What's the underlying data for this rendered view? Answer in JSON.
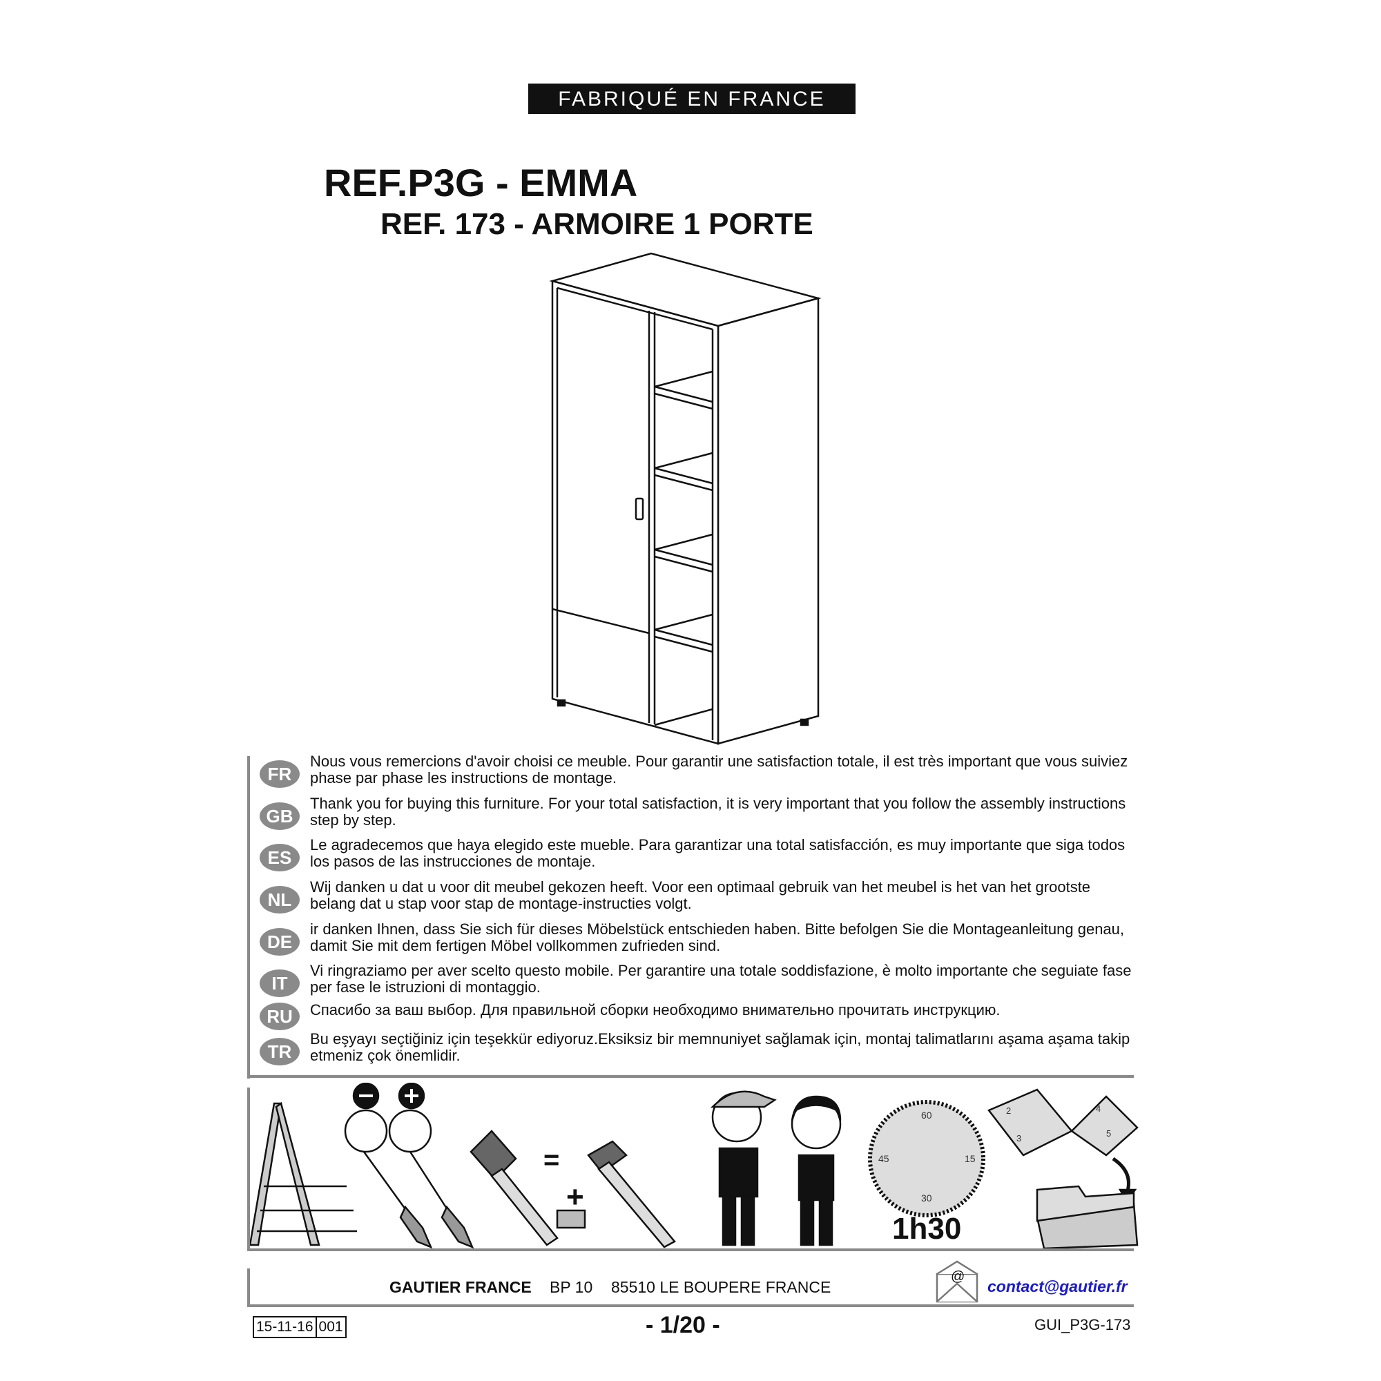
{
  "banner": "FABRIQUÉ EN FRANCE",
  "title_line1": "REF.P3G - EMMA",
  "title_line2": "REF. 173  - ARMOIRE 1 PORTE",
  "languages": [
    {
      "code": "FR",
      "text": "Nous vous remercions d'avoir choisi ce meuble. Pour garantir une satisfaction totale, il est très important que vous suiviez phase par phase les instructions de montage."
    },
    {
      "code": "GB",
      "text": "Thank you for buying this furniture. For your total satisfaction, it is very important that you follow the assembly instructions step by step."
    },
    {
      "code": "ES",
      "text": "Le agradecemos que haya elegido este mueble. Para garantizar una total satisfacción, es muy importante que siga todos los pasos de las instrucciones de montaje."
    },
    {
      "code": "NL",
      "text": "Wij danken u dat u voor dit meubel gekozen heeft. Voor een optimaal gebruik van het meubel is het van het grootste belang dat u stap voor stap de montage-instructies volgt."
    },
    {
      "code": "DE",
      "text": "ir danken Ihnen, dass Sie sich für dieses Möbelstück entschieden haben. Bitte befolgen Sie die Montageanleitung genau, damit Sie mit dem fertigen Möbel vollkommen zufrieden sind."
    },
    {
      "code": "IT",
      "text": "Vi ringraziamo per aver scelto questo mobile. Per garantire una totale soddisfazione, è molto importante che seguiate fase per fase le istruzioni di montaggio."
    },
    {
      "code": "RU",
      "text": "Спасибо за ваш выбор. Для правильной сборки необходимо внимательно прочитать инструкцию."
    },
    {
      "code": "TR",
      "text": "Bu eşyayı seçtiğiniz için teşekkür ediyoruz.Eksiksiz bir memnuniyet sağlamak için, montaj talimatlarını aşama aşama takip etmeniz çok önemlidir."
    }
  ],
  "tools": {
    "equals": "=",
    "plus": "+",
    "clock_labels": [
      "60",
      "15",
      "30",
      "45"
    ],
    "assembly_time": "1h30",
    "book_pages": [
      "2",
      "3",
      "4",
      "5"
    ]
  },
  "footer": {
    "company": "GAUTIER FRANCE",
    "bp": "BP 10",
    "address": "85510 LE BOUPERE FRANCE",
    "email": "contact@gautier.fr",
    "email_color": "#1a1acc"
  },
  "bottom": {
    "date": "15-11-16",
    "revision": "001",
    "page": "- 1/20 -",
    "doc_ref": "GUI_P3G-173"
  }
}
